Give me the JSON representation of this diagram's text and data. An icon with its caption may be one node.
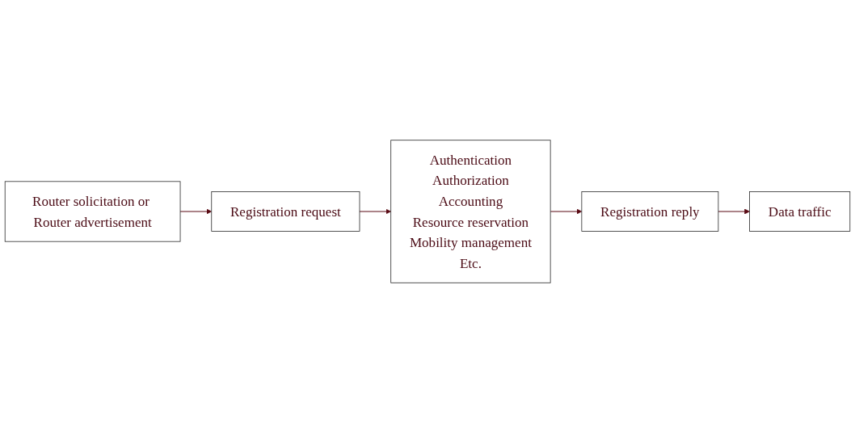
{
  "diagram": {
    "nodes": [
      {
        "text": [
          "Router solicitation or Router advertisement"
        ]
      },
      {
        "text": [
          "Registration request"
        ]
      },
      {
        "text": [
          "Authentication",
          "Authorization",
          "Accounting",
          "Resource reservation",
          "Mobility management",
          "Etc."
        ]
      },
      {
        "text": [
          "Data traffic"
        ]
      },
      {
        "text": [
          "Registration reply"
        ]
      }
    ],
    "edges": [
      {
        "from": 0,
        "to": 1,
        "arrow": "to"
      },
      {
        "from": 1,
        "to": 2,
        "arrow": "to"
      },
      {
        "from": 2,
        "to": 4,
        "arrow": "to"
      },
      {
        "from": 4,
        "to": 3,
        "arrow": "to"
      }
    ]
  }
}
